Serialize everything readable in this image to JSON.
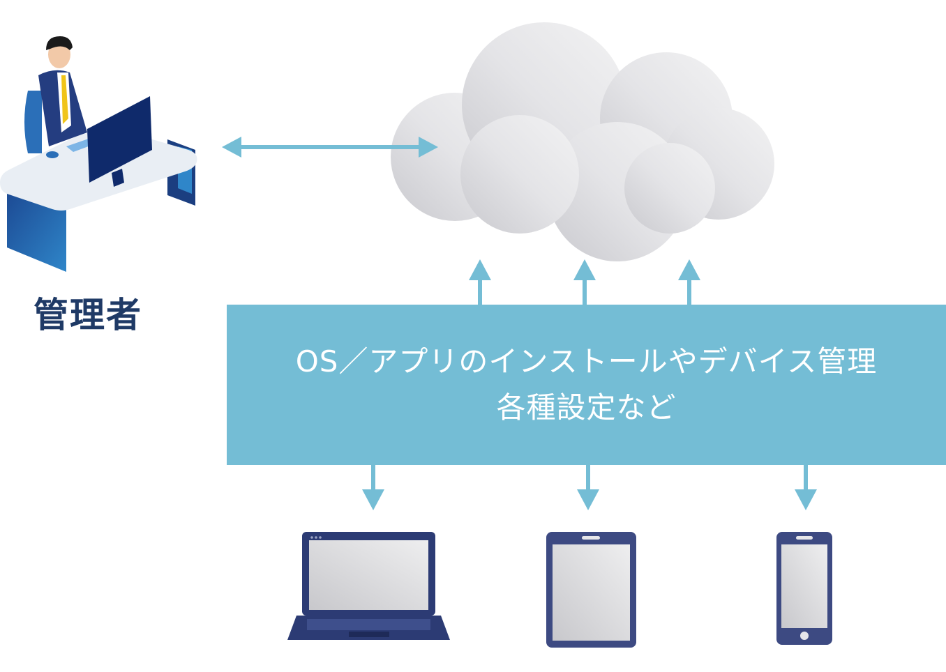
{
  "labels": {
    "admin": "管理者",
    "mdm_line1": "OS／アプリのインストールやデバイス管理",
    "mdm_line2": "各種設定など"
  },
  "icons": {
    "administrator": "admin-at-desk-icon",
    "cloud": "cloud-icon",
    "devices": [
      "laptop-icon",
      "tablet-icon",
      "smartphone-icon"
    ]
  },
  "colors": {
    "accent": "#74bdd5",
    "navy": "#1f3a66",
    "cloud": "#e3e3e6"
  }
}
